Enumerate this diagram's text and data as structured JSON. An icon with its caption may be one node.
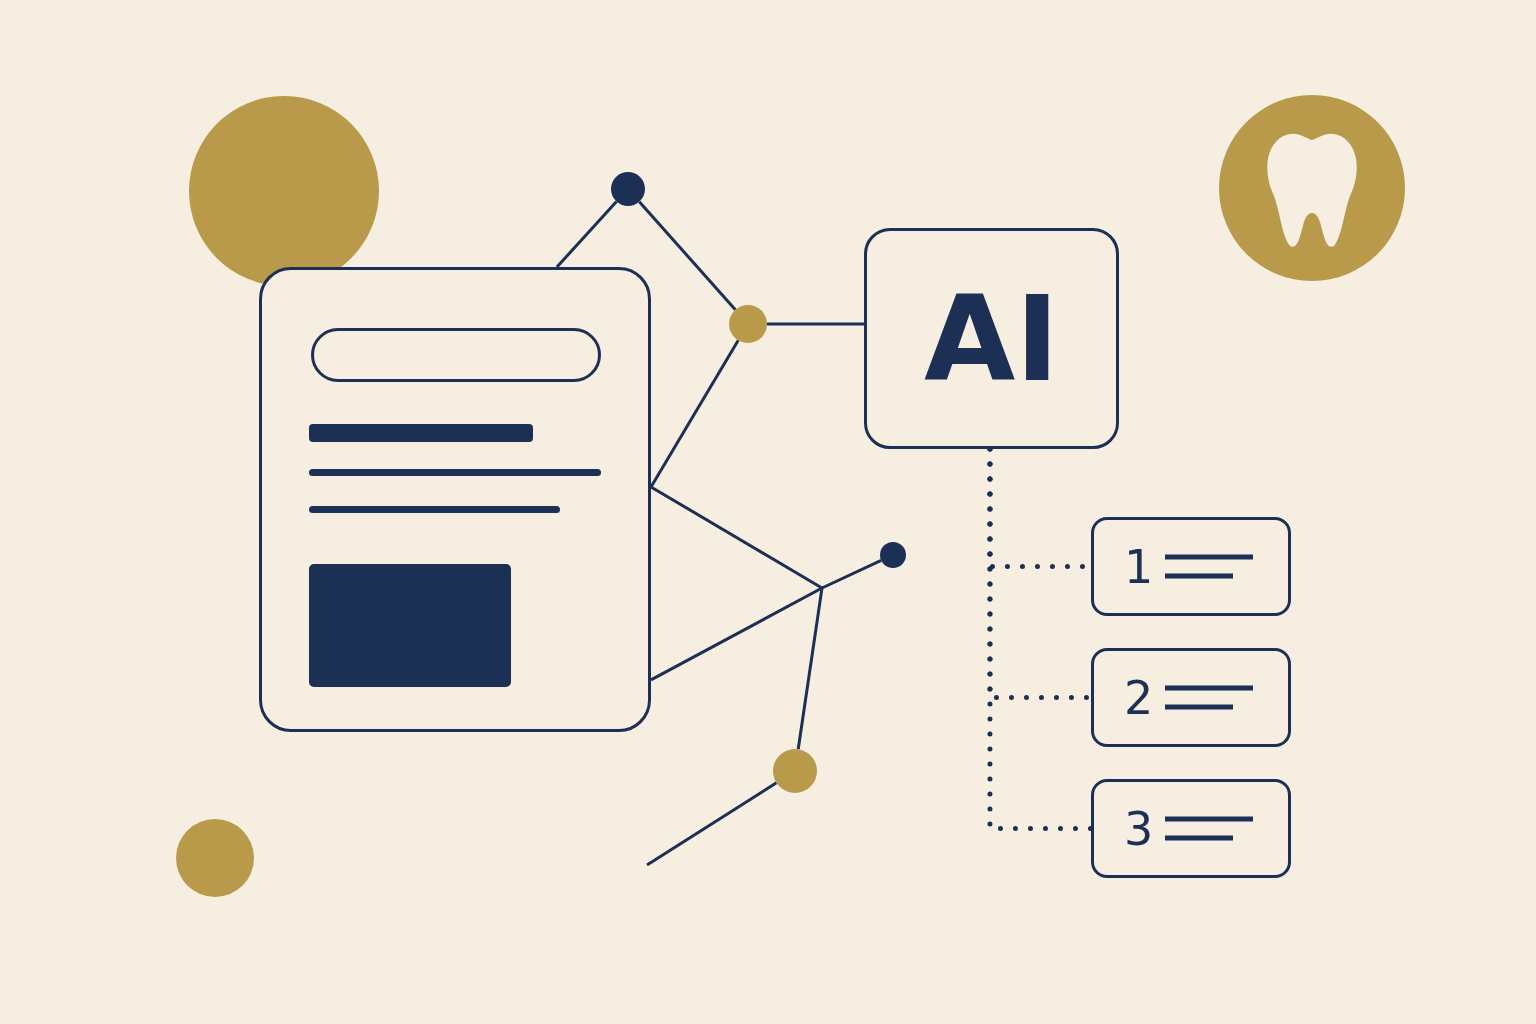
{
  "diagram": {
    "nodes": [
      {
        "text": [],
        "shape": "box"
      },
      {
        "text": [],
        "shape": "circle"
      },
      {
        "text": [],
        "shape": "circle"
      },
      {
        "text": [
          "AI"
        ]
      },
      {
        "text": [],
        "shape": "circle"
      },
      {
        "text": [
          "1"
        ]
      },
      {
        "text": [
          "2"
        ]
      },
      {
        "text": [
          "3"
        ]
      },
      {
        "text": [],
        "shape": "circle"
      }
    ],
    "edges": [
      {
        "from": 0,
        "to": 1,
        "arrow": "none"
      },
      {
        "from": 1,
        "to": 2,
        "arrow": "none"
      },
      {
        "from": 2,
        "to": 3,
        "arrow": "none"
      },
      {
        "from": 2,
        "to": 0,
        "arrow": "none"
      },
      {
        "from": 0,
        "to": 4,
        "arrow": "none"
      },
      {
        "from": 0,
        "to": 8,
        "arrow": "none"
      },
      {
        "from": 8,
        "to": null,
        "arrow": "none"
      },
      {
        "from": 3,
        "to": 5,
        "arrow": "none",
        "style": "dashed"
      },
      {
        "from": 3,
        "to": 6,
        "arrow": "none",
        "style": "dashed"
      },
      {
        "from": 3,
        "to": 7,
        "arrow": "none",
        "style": "dashed"
      }
    ]
  }
}
